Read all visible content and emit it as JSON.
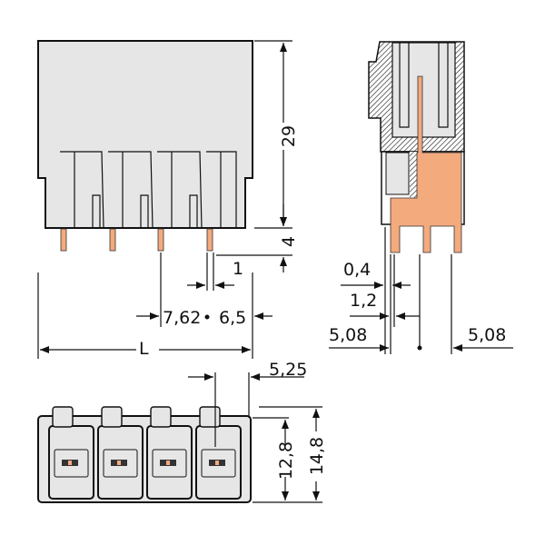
{
  "title": "Pin header technical drawing",
  "colors": {
    "body": "#e6e6e6",
    "contact": "#f3aa7d",
    "line": "#111111"
  },
  "front_view": {
    "dims": {
      "height": "29",
      "pin_length": "4",
      "pin_width": "1",
      "pitch": "7,62",
      "offset": "6,5",
      "length": "L"
    }
  },
  "side_view": {
    "dims": {
      "pin_thickness": "0,4",
      "offset": "1,2",
      "left_spacing": "5,08",
      "right_spacing": "5,08"
    }
  },
  "bottom_view": {
    "dims": {
      "edge": "5,25",
      "inner_height": "12,8",
      "outer_height": "14,8"
    }
  }
}
